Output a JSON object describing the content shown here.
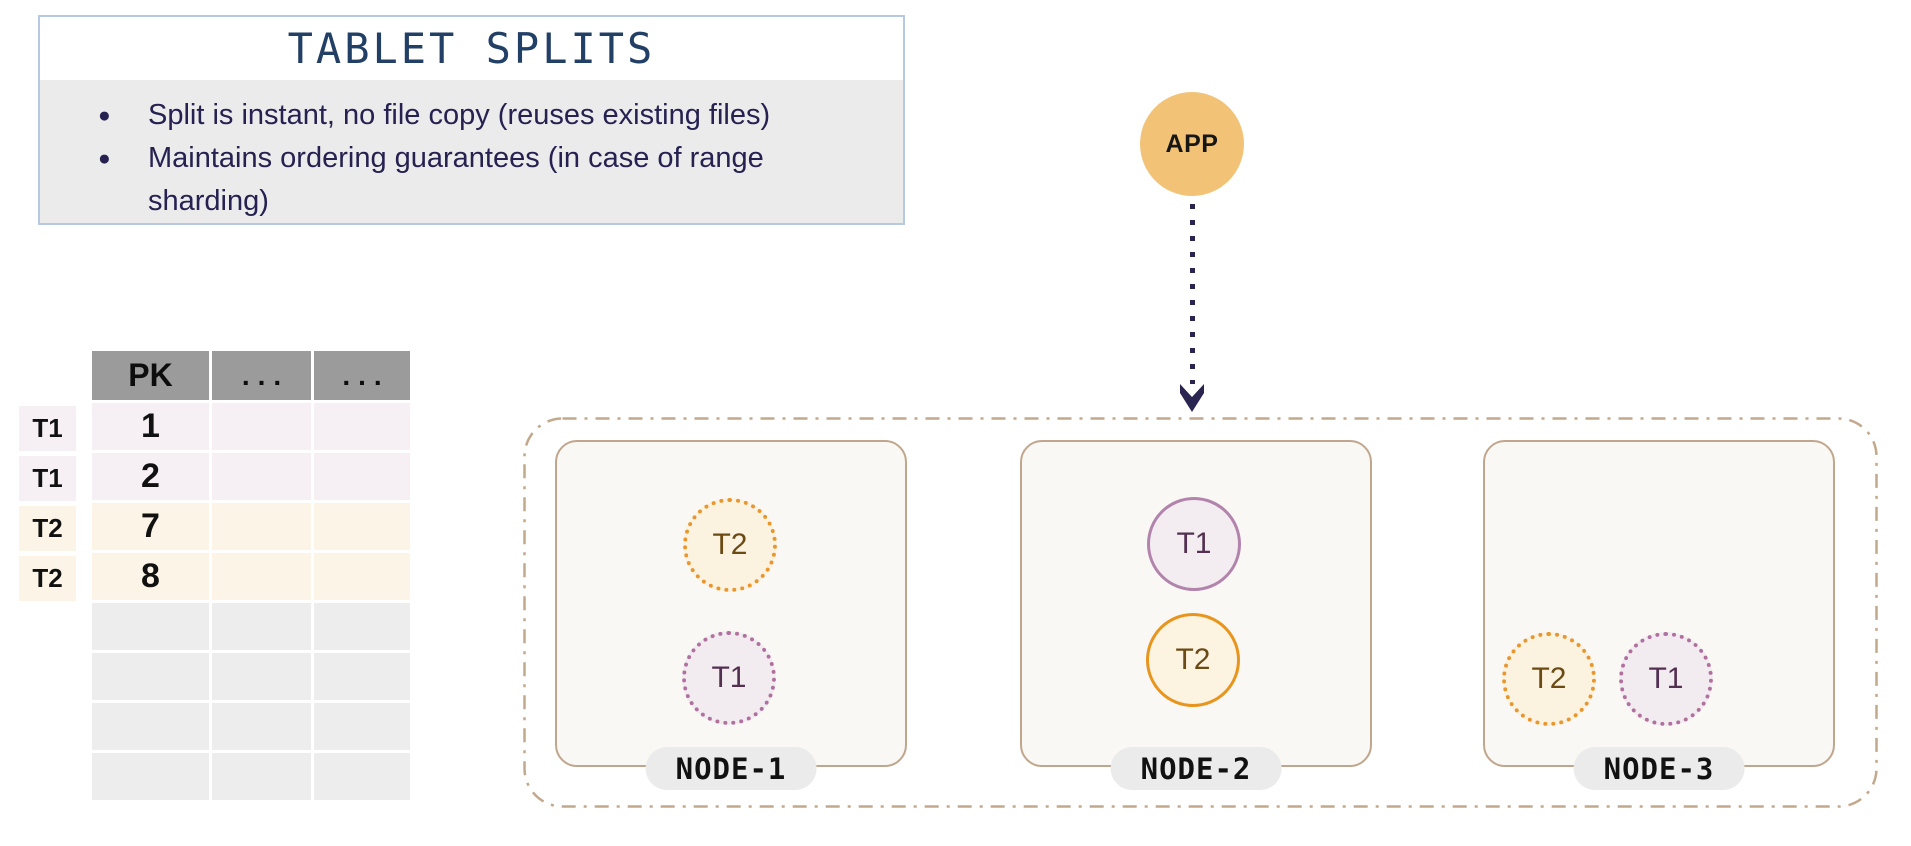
{
  "info_box": {
    "title": "TABLET SPLITS",
    "bullets": [
      "Split is instant, no file copy (reuses existing files)",
      "Maintains ordering guarantees (in case of range sharding)"
    ]
  },
  "app": {
    "label": "APP"
  },
  "table": {
    "headers": [
      "PK",
      "...",
      "..."
    ],
    "rows": [
      {
        "label": "T1",
        "pk": "1",
        "tablet": "T1"
      },
      {
        "label": "T1",
        "pk": "2",
        "tablet": "T1"
      },
      {
        "label": "T2",
        "pk": "7",
        "tablet": "T2"
      },
      {
        "label": "T2",
        "pk": "8",
        "tablet": "T2"
      },
      {
        "label": "",
        "pk": "",
        "tablet": ""
      },
      {
        "label": "",
        "pk": "",
        "tablet": ""
      },
      {
        "label": "",
        "pk": "",
        "tablet": ""
      },
      {
        "label": "",
        "pk": "",
        "tablet": ""
      }
    ]
  },
  "cluster": {
    "nodes": [
      {
        "name": "NODE-1",
        "tablets": [
          {
            "label": "T2",
            "variant": "orange-dotted"
          },
          {
            "label": "T1",
            "variant": "purple-dotted"
          }
        ]
      },
      {
        "name": "NODE-2",
        "tablets": [
          {
            "label": "T1",
            "variant": "purple-solid"
          },
          {
            "label": "T2",
            "variant": "orange-solid"
          }
        ]
      },
      {
        "name": "NODE-3",
        "tablets": [
          {
            "label": "T2",
            "variant": "orange-dotted"
          },
          {
            "label": "T1",
            "variant": "purple-dotted"
          }
        ]
      }
    ]
  },
  "colors": {
    "text_navy": "#262150",
    "title_blue": "#223f66",
    "app_orange": "#f2c377",
    "tablet_orange": "#e8951d",
    "tablet_purple": "#b0719e",
    "node_border_tan": "#c0a68c",
    "header_gray": "#9b9b9b",
    "t1_row_bg": "#f6f0f5",
    "t2_row_bg": "#fcf4e6",
    "empty_row_bg": "#ededed",
    "info_border_blue": "#b7c9e2",
    "info_body_gray": "#ebebeb"
  }
}
